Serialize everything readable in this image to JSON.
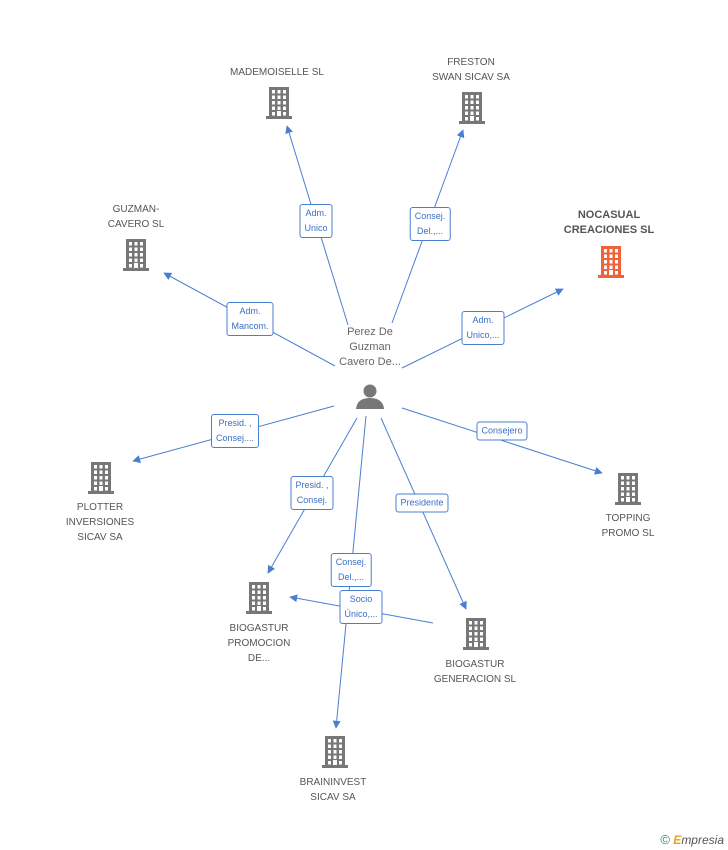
{
  "colors": {
    "edge": "#4a7fd0",
    "building": "#777777",
    "highlight": "#f0623a",
    "person": "#777777"
  },
  "center": {
    "label": "Perez De\nGuzman\nCavero De..."
  },
  "nodes": [
    {
      "id": "mademoiselle",
      "label": "MADEMOISELLE SL",
      "icon": "building-icon",
      "highlight": false
    },
    {
      "id": "freston",
      "label": "FRESTON\nSWAN SICAV SA",
      "icon": "building-icon",
      "highlight": false
    },
    {
      "id": "guzman",
      "label": "GUZMAN-\nCAVERO SL",
      "icon": "building-icon",
      "highlight": false
    },
    {
      "id": "nocasual",
      "label": "NOCASUAL\nCREACIONES SL",
      "icon": "building-icon",
      "highlight": true
    },
    {
      "id": "plotter",
      "label": "PLOTTER\nINVERSIONES\nSICAV SA",
      "icon": "building-icon",
      "highlight": false
    },
    {
      "id": "topping",
      "label": "TOPPING\nPROMO SL",
      "icon": "building-icon",
      "highlight": false
    },
    {
      "id": "biogastur_prom",
      "label": "BIOGASTUR\nPROMOCION\nDE...",
      "icon": "building-icon",
      "highlight": false
    },
    {
      "id": "biogastur_gen",
      "label": "BIOGASTUR\nGENERACION SL",
      "icon": "building-icon",
      "highlight": false
    },
    {
      "id": "braininvest",
      "label": "BRAININVEST\nSICAV SA",
      "icon": "building-icon",
      "highlight": false
    }
  ],
  "edges": [
    {
      "to": "mademoiselle",
      "label": "Adm.\nUnico"
    },
    {
      "to": "freston",
      "label": "Consej.\nDel.,..."
    },
    {
      "to": "guzman",
      "label": "Adm.\nMancom."
    },
    {
      "to": "nocasual",
      "label": "Adm.\nUnico,..."
    },
    {
      "to": "plotter",
      "label": "Presid. ,\nConsej...."
    },
    {
      "to": "topping",
      "label": "Consejero"
    },
    {
      "to": "biogastur_prom",
      "label": "Presid. ,\nConsej."
    },
    {
      "to": "biogastur_gen",
      "label": "Presidente"
    },
    {
      "to": "braininvest",
      "label": "Consej.\nDel.,..."
    },
    {
      "to": "biogastur_prom",
      "label": "Socio\nÚnico,..."
    }
  ],
  "watermark": {
    "copyright": "©",
    "brand_initial": "E",
    "brand_rest": "mpresia"
  }
}
